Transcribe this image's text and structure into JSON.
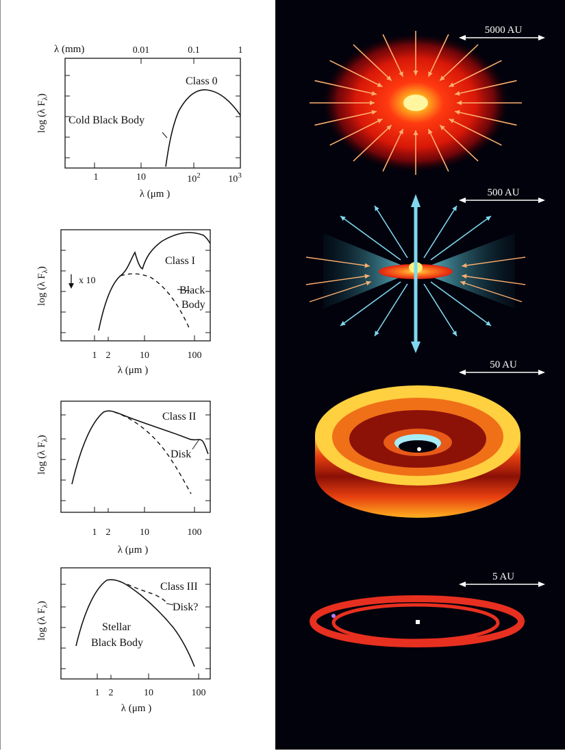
{
  "colors": {
    "curve": "#111111",
    "dark_background": "#02020c",
    "scale_bar": "#ffffff",
    "infall_arrow": "#ffb070",
    "outflow": "#7fd8f0",
    "disk_red": "#e83020",
    "disk_yellow": "#ffd040"
  },
  "panels": [
    {
      "class_label": "Class 0",
      "ylabel": "log (λ F",
      "ylabel_sub": "λ",
      "ylabel_close": ")",
      "xlabel": "λ (μm )",
      "top_axis_label": "λ (mm)",
      "top_ticks": [
        "0.01",
        "0.1",
        "1"
      ],
      "x_ticks": [
        "1",
        "10",
        "10",
        "10"
      ],
      "x_tick_sups": [
        "",
        "",
        "2",
        "3"
      ],
      "annotations": [
        "Cold Black Body"
      ],
      "scale_label": "5000 AU",
      "illustration": "envelope-infall"
    },
    {
      "class_label": "Class I",
      "ylabel": "log (λ F",
      "ylabel_sub": "λ",
      "ylabel_close": ")",
      "xlabel": "λ (μm )",
      "x_ticks": [
        "1",
        "2",
        "10",
        "100"
      ],
      "annotations": [
        "x 10",
        "Black",
        "Body"
      ],
      "scale_label": "500 AU",
      "illustration": "disk-outflow"
    },
    {
      "class_label": "Class II",
      "ylabel": "log (λ F",
      "ylabel_sub": "λ",
      "ylabel_close": ")",
      "xlabel": "λ (μm )",
      "x_ticks": [
        "1",
        "2",
        "10",
        "100"
      ],
      "annotations": [
        "Disk"
      ],
      "scale_label": "50 AU",
      "illustration": "flared-disk"
    },
    {
      "class_label": "Class III",
      "ylabel": "log (λ F",
      "ylabel_sub": "λ",
      "ylabel_close": ")",
      "xlabel": "λ (μm )",
      "x_ticks": [
        "1",
        "2",
        "10",
        "100"
      ],
      "annotations": [
        "Disk?",
        "Stellar",
        "Black Body"
      ],
      "scale_label": "5 AU",
      "illustration": "debris-rings"
    }
  ]
}
